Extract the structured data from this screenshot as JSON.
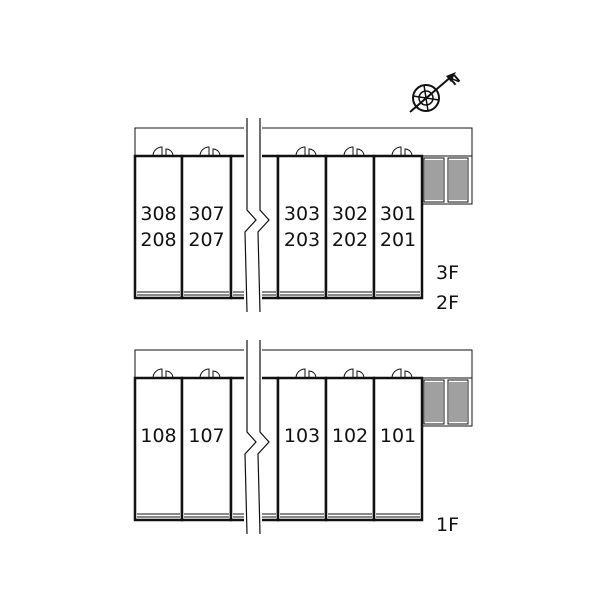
{
  "compass": {
    "icon": "north-arrow-compass-icon",
    "letter": "N"
  },
  "upper_block": {
    "floor_labels": [
      "3F",
      "2F"
    ],
    "units": [
      {
        "top": "308",
        "bottom": "208"
      },
      {
        "top": "307",
        "bottom": "207"
      },
      {
        "top": "",
        "bottom": ""
      },
      {
        "top": "303",
        "bottom": "203"
      },
      {
        "top": "302",
        "bottom": "202"
      },
      {
        "top": "301",
        "bottom": "201"
      }
    ]
  },
  "lower_block": {
    "floor_labels": [
      "1F"
    ],
    "units": [
      {
        "top": "108",
        "bottom": ""
      },
      {
        "top": "107",
        "bottom": ""
      },
      {
        "top": "",
        "bottom": ""
      },
      {
        "top": "103",
        "bottom": ""
      },
      {
        "top": "102",
        "bottom": ""
      },
      {
        "top": "101",
        "bottom": ""
      }
    ]
  },
  "colors": {
    "line": "#111111",
    "stair": "#111111",
    "background": "#ffffff"
  }
}
